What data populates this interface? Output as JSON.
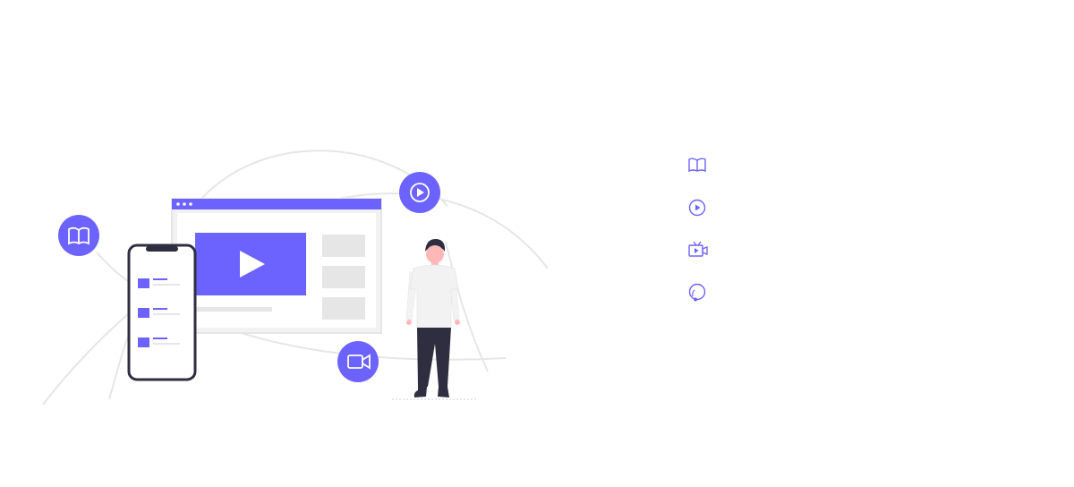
{
  "colors": {
    "accent": "#6c63ff",
    "line_gray": "#e6e6e6",
    "panel_gray": "#e6e6e6",
    "dark": "#2f2e41",
    "skin": "#ffb8b8",
    "shirt": "#f2f2f2",
    "white": "#ffffff"
  },
  "illustration": {
    "floating_icons": [
      "book-icon",
      "play-icon",
      "video-camera-icon"
    ],
    "device": "smartphone",
    "window": "video-player-browser-window",
    "person": "standing-person"
  },
  "features": [
    {
      "icon": "book-open-icon"
    },
    {
      "icon": "play-circle-icon"
    },
    {
      "icon": "tv-play-icon"
    },
    {
      "icon": "chat-bubble-icon"
    }
  ]
}
